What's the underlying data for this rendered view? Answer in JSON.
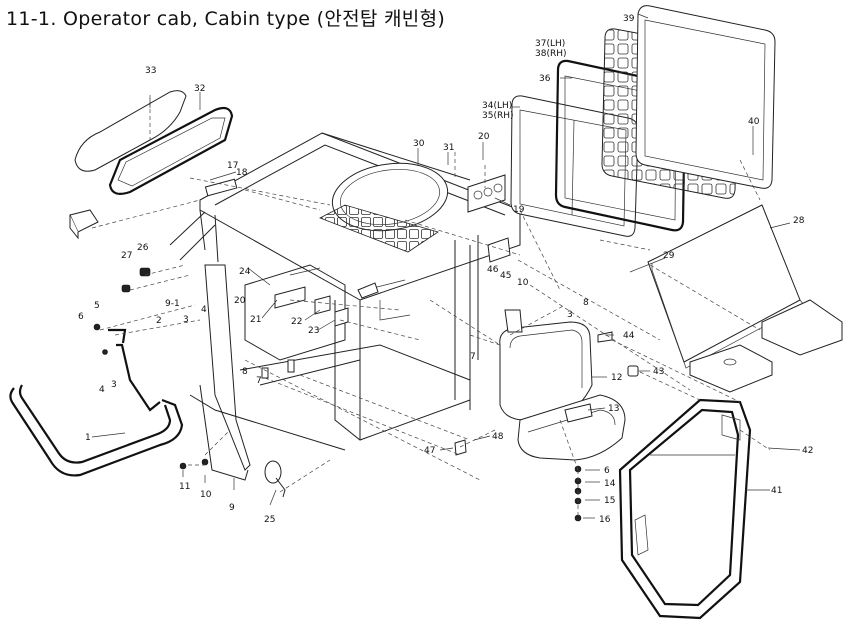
{
  "title": "11-1. Operator cab, Cabin type (안전탑 캐빈형)",
  "labels": {
    "p1": "1",
    "p2": "2",
    "p3a": "3",
    "p3b": "3",
    "p3c": "3",
    "p4a": "4",
    "p4b": "4",
    "p5": "5",
    "p6a": "6",
    "p6b": "6",
    "p7a": "7",
    "p7b": "7",
    "p8a": "8",
    "p8b": "8",
    "p91": "9-1",
    "p9": "9",
    "p10a": "10",
    "p10b": "10",
    "p11": "11",
    "p12": "12",
    "p13": "13",
    "p14": "14",
    "p15": "15",
    "p16": "16",
    "p17": "17",
    "p18": "18",
    "p19": "19",
    "p20a": "20",
    "p20b": "20",
    "p21": "21",
    "p22": "22",
    "p23": "23",
    "p24": "24",
    "p25": "25",
    "p26": "26",
    "p27": "27",
    "p28": "28",
    "p29": "29",
    "p30": "30",
    "p31": "31",
    "p32": "32",
    "p33": "33",
    "p34": "34(LH)",
    "p35": "35(RH)",
    "p36": "36",
    "p37": "37(LH)",
    "p38": "38(RH)",
    "p39": "39",
    "p40": "40",
    "p41": "41",
    "p42": "42",
    "p43": "43",
    "p44": "44",
    "p45": "45",
    "p46": "46",
    "p47": "47",
    "p48": "48"
  }
}
